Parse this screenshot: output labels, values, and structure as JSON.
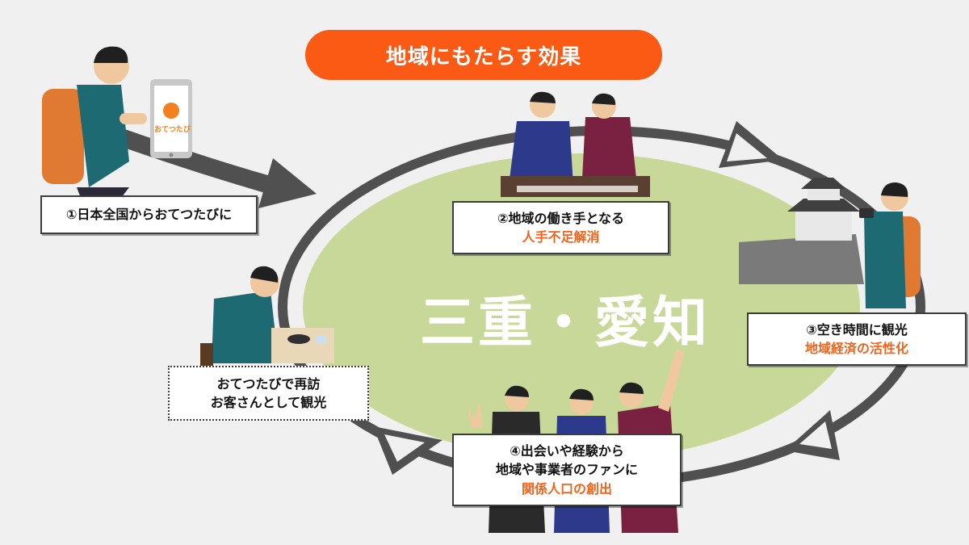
{
  "header": {
    "title": "地域にもたらす効果"
  },
  "center": {
    "title": "三重・愛知"
  },
  "app": {
    "logo_text": "おてつたび"
  },
  "steps": [
    {
      "lines": [
        "①日本全国からおてつたびに"
      ]
    },
    {
      "lines": [
        "②地域の働き手となる"
      ],
      "highlight": "人手不足解消"
    },
    {
      "lines": [
        "③空き時間に観光"
      ],
      "highlight": "地域経済の活性化"
    },
    {
      "lines": [
        "おてつたびで再訪",
        "お客さんとして観光"
      ]
    },
    {
      "lines": [
        "④出会いや経験から",
        "地域や事業者のファンに"
      ],
      "highlight": "関係人口の創出"
    }
  ],
  "colors": {
    "accent": "#fa5a14",
    "highlight_text": "#f0641e",
    "region_fill": "#c8d898",
    "cycle_arrow": "#505050",
    "background": "#f0f0f0"
  }
}
